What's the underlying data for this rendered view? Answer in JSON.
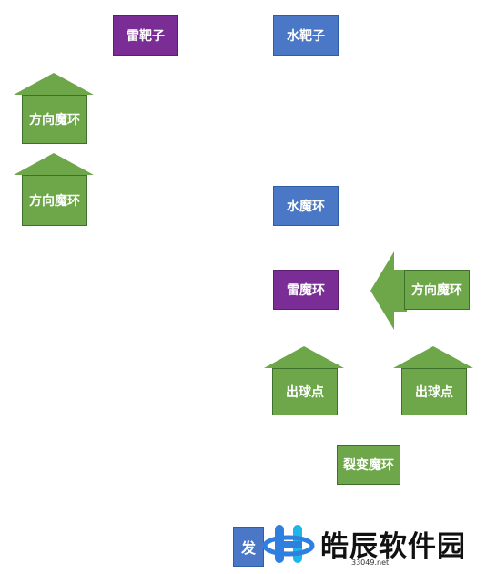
{
  "diagram": {
    "nodes": {
      "thunder_target": {
        "label": "雷靶子",
        "color": "#7a2d95"
      },
      "water_target": {
        "label": "水靶子",
        "color": "#4a78c6"
      },
      "direction_ring_1": {
        "label": "方向魔环",
        "color": "#6ea64a"
      },
      "direction_ring_2": {
        "label": "方向魔环",
        "color": "#6ea64a"
      },
      "water_ring": {
        "label": "水魔环",
        "color": "#4a78c6"
      },
      "thunder_ring": {
        "label": "雷魔环",
        "color": "#7a2d95"
      },
      "direction_ring_3": {
        "label": "方向魔环",
        "color": "#6ea64a"
      },
      "ball_exit_1": {
        "label": "出球点",
        "color": "#6ea64a"
      },
      "ball_exit_2": {
        "label": "出球点",
        "color": "#6ea64a"
      },
      "fission_ring": {
        "label": "裂变魔环",
        "color": "#6ea64a"
      },
      "launch": {
        "label": "发",
        "color": "#4a78c6"
      }
    },
    "arrows": {
      "direction_ring_1": "up",
      "direction_ring_2": "up",
      "direction_ring_3": "left",
      "ball_exit_1": "up",
      "ball_exit_2": "up"
    }
  },
  "watermark": {
    "name": "皓辰软件园",
    "url": "33049.net",
    "logo_colors": [
      "#2f7fe0",
      "#1fb5e8"
    ]
  }
}
